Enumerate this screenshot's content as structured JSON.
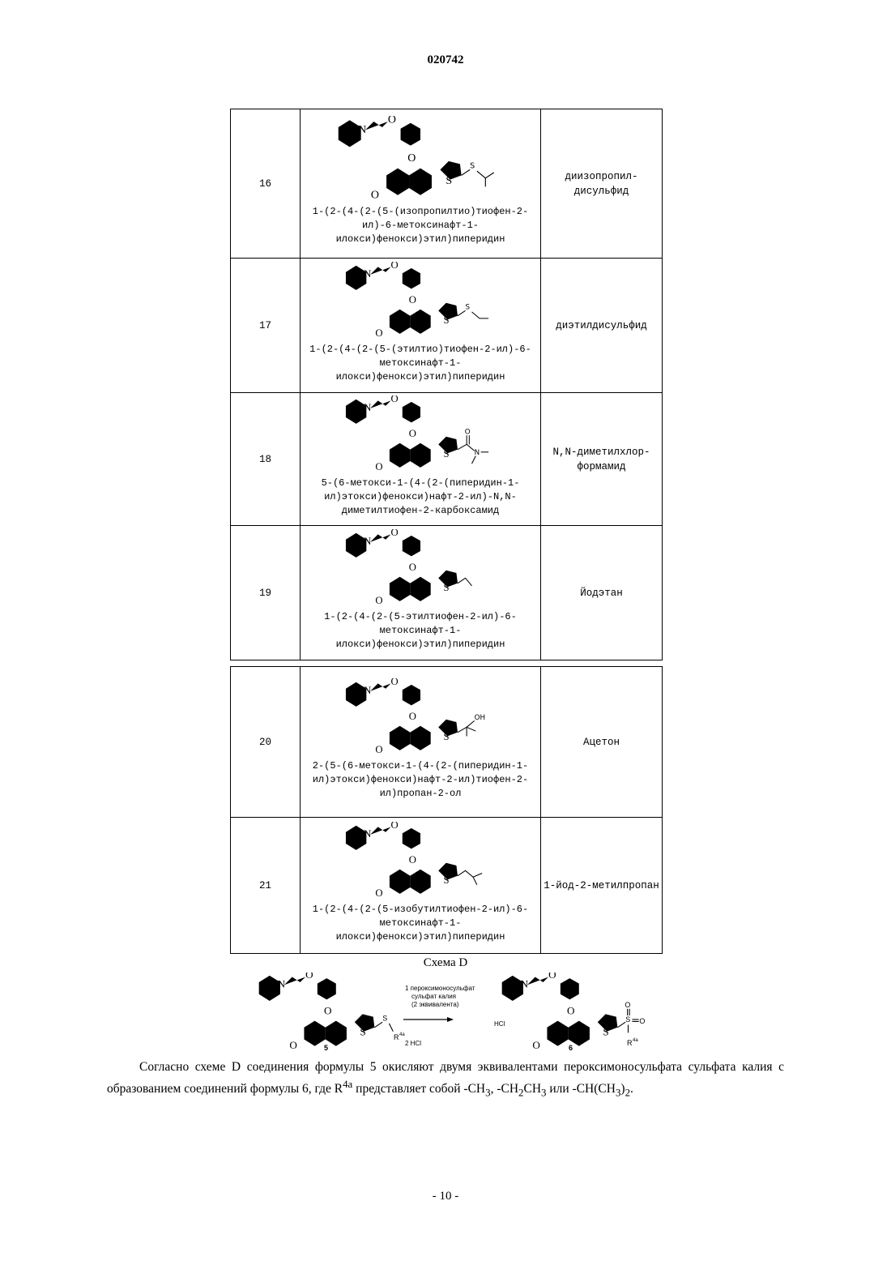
{
  "header": {
    "doc_number": "020742"
  },
  "table_a": {
    "rows": [
      {
        "num": "16",
        "name": "1-(2-(4-(2-(5-(изопропилтио)тиофен-2-ил)-6-метоксинафт-1-илокси)фенокси)этил)пиперидин",
        "reagent": "диизопропил-дисульфид"
      },
      {
        "num": "17",
        "name": "1-(2-(4-(2-(5-(этилтио)тиофен-2-ил)-6-метоксинафт-1-илокси)фенокси)этил)пиперидин",
        "reagent": "диэтилдисульфид"
      },
      {
        "num": "18",
        "name": "5-(6-метокси-1-(4-(2-(пиперидин-1-ил)этокси)фенокси)нафт-2-ил)-N,N-диметилтиофен-2-карбоксамид",
        "reagent": "N,N-диметилхлор-формамид"
      },
      {
        "num": "19",
        "name": "1-(2-(4-(2-(5-этилтиофен-2-ил)-6-метоксинафт-1-илокси)фенокси)этил)пиперидин",
        "reagent": "Йодэтан"
      }
    ]
  },
  "table_b": {
    "rows": [
      {
        "num": "20",
        "name": "2-(5-(6-метокси-1-(4-(2-(пиперидин-1-ил)этокси)фенокси)нафт-2-ил)тиофен-2-ил)пропан-2-ол",
        "reagent": "Ацетон"
      },
      {
        "num": "21",
        "name": "1-(2-(4-(2-(5-изобутилтиофен-2-ил)-6-метоксинафт-1-илокси)фенокси)этил)пиперидин",
        "reagent": "1-йод-2-метилпропан"
      }
    ]
  },
  "scheme": {
    "title": "Схема D",
    "step1": "1  пероксимоносульфат",
    "step1b": "сульфат калия",
    "step1c": "(2 эквивалента)",
    "step2": "2  HCl",
    "hcl": "HCl",
    "label_left": "5",
    "label_right": "6",
    "r_left": "R",
    "r_left_sup": "4a",
    "r_right": "R",
    "r_right_sup": "4a"
  },
  "paragraph": {
    "text_1": "Согласно схеме D соединения формулы 5 окисляют двумя эквивалентами пероксимоносульфата сульфата калия с образованием соединений формулы 6, где R",
    "sup": "4a",
    "text_2": " представляет собой -CH",
    "sub_1": "3",
    "text_3": ", -CH",
    "sub_2": "2",
    "text_4": "CH",
    "sub_3": "3",
    "text_5": " или -CH(CH",
    "sub_4": "3",
    "text_6": ")",
    "sub_5": "2",
    "text_7": "."
  },
  "footer": {
    "page": "- 10 -"
  }
}
